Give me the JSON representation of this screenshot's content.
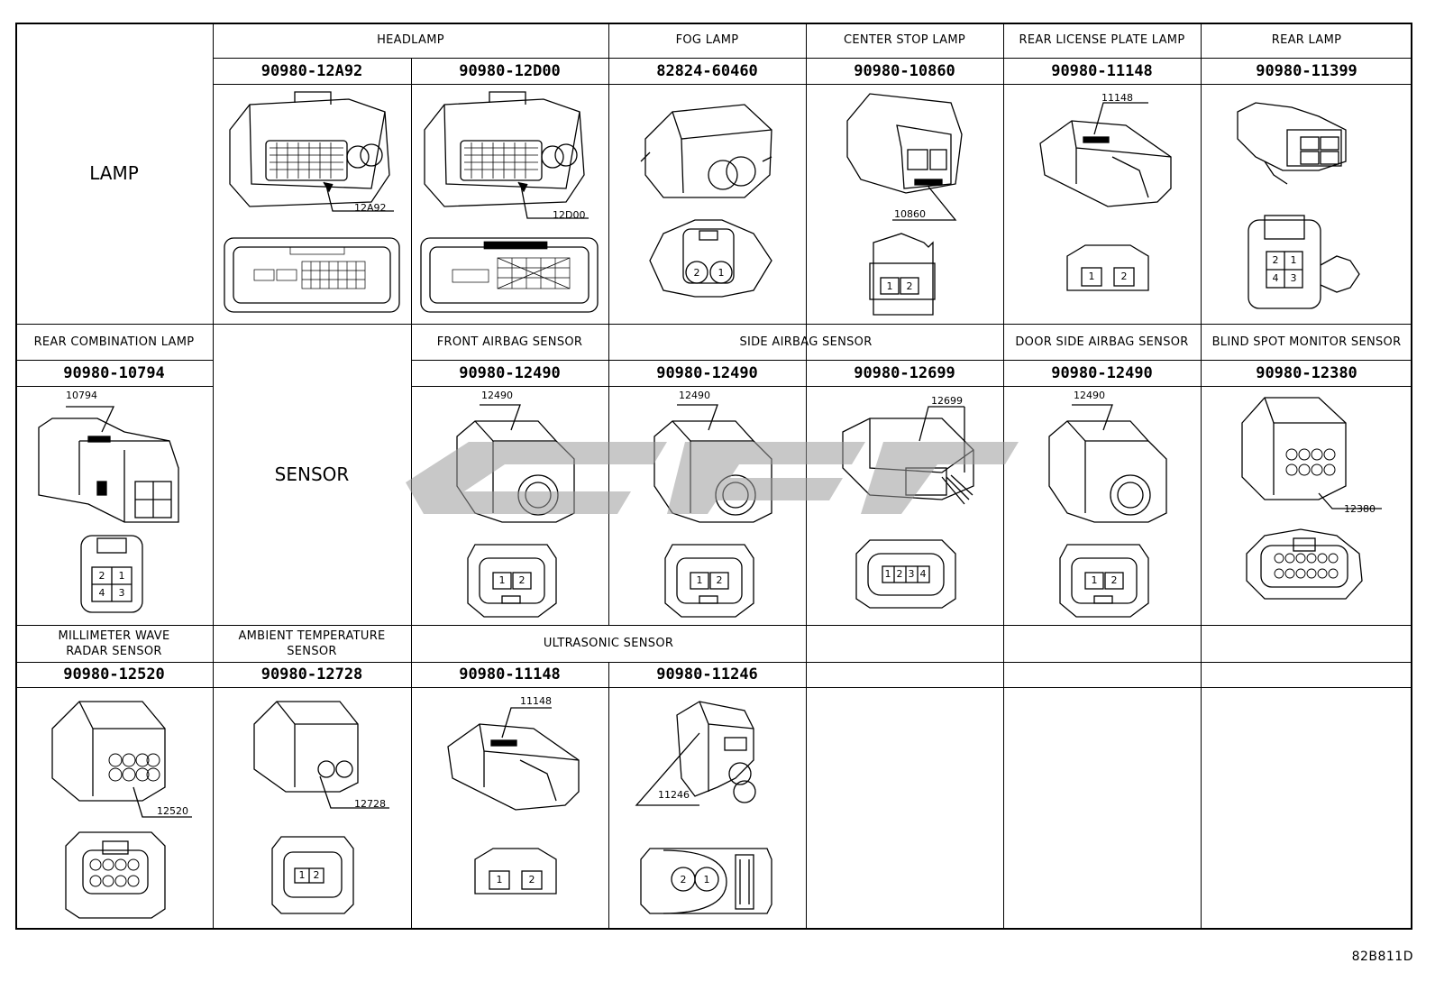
{
  "categories": {
    "lamp": "LAMP",
    "sensor": "SENSOR"
  },
  "row1": {
    "headers": {
      "headlamp": "HEADLAMP",
      "fog_lamp": "FOG LAMP",
      "center_stop_lamp": "CENTER STOP LAMP",
      "rear_license_plate_lamp": "REAR LICENSE PLATE LAMP",
      "rear_lamp": "REAR LAMP"
    },
    "parts": [
      "90980-12A92",
      "90980-12D00",
      "82824-60460",
      "90980-10860",
      "90980-11148",
      "90980-11399"
    ],
    "callouts": [
      "12A92",
      "12D00",
      "10860",
      "11148"
    ]
  },
  "row2": {
    "headers": {
      "rear_combination_lamp": "REAR COMBINATION LAMP",
      "front_airbag_sensor": "FRONT AIRBAG SENSOR",
      "side_airbag_sensor": "SIDE AIRBAG SENSOR",
      "door_side_airbag_sensor": "DOOR SIDE AIRBAG SENSOR",
      "blind_spot_monitor_sensor": "BLIND SPOT MONITOR SENSOR"
    },
    "parts": [
      "90980-10794",
      "90980-12490",
      "90980-12490",
      "90980-12699",
      "90980-12490",
      "90980-12380"
    ],
    "callouts": [
      "10794",
      "12490",
      "12490",
      "12699",
      "12490",
      "12380"
    ]
  },
  "row3": {
    "headers": {
      "millimeter_wave_line1": "MILLIMETER WAVE",
      "millimeter_wave_line2": "RADAR SENSOR",
      "ambient_temp_line1": "AMBIENT TEMPERATURE",
      "ambient_temp_line2": "SENSOR",
      "ultrasonic_sensor": "ULTRASONIC SENSOR"
    },
    "parts": [
      "90980-12520",
      "90980-12728",
      "90980-11148",
      "90980-11246"
    ],
    "callouts": [
      "12520",
      "12728",
      "11148",
      "11246"
    ]
  },
  "drawing_code": "82B811D"
}
